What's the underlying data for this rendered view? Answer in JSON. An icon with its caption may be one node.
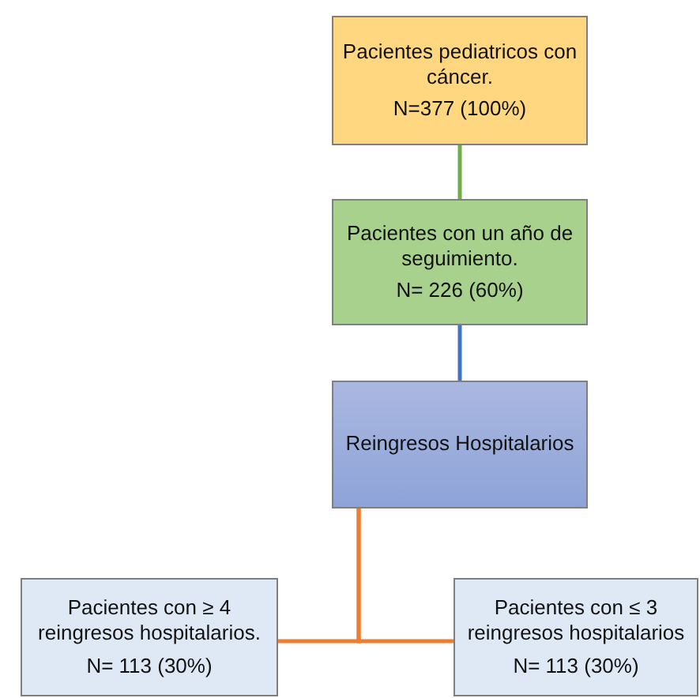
{
  "diagram": {
    "nodes": [
      {
        "text": [
          "Pacientes pediatricos con cáncer.",
          "N=377 (100%)"
        ]
      },
      {
        "text": [
          "Pacientes con un año de seguimiento.",
          "N= 226 (60%)"
        ]
      },
      {
        "text": [
          "Reingresos Hospitalarios"
        ]
      },
      {
        "text": [
          "Pacientes con ≥ 4 reingresos hospitalarios.",
          "N= 113 (30%)"
        ]
      },
      {
        "text": [
          "Pacientes con ≤ 3 reingresos hospitalarios",
          "N= 113 (30%)"
        ]
      }
    ],
    "edges": [
      {
        "from": 0,
        "to": 1,
        "arrow": "none",
        "color": "#70ad47"
      },
      {
        "from": 1,
        "to": 2,
        "arrow": "none",
        "color": "#4472c4"
      },
      {
        "from": 2,
        "to": 3,
        "arrow": "none"
      },
      {
        "from": 2,
        "to": 4,
        "arrow": "none"
      }
    ]
  }
}
